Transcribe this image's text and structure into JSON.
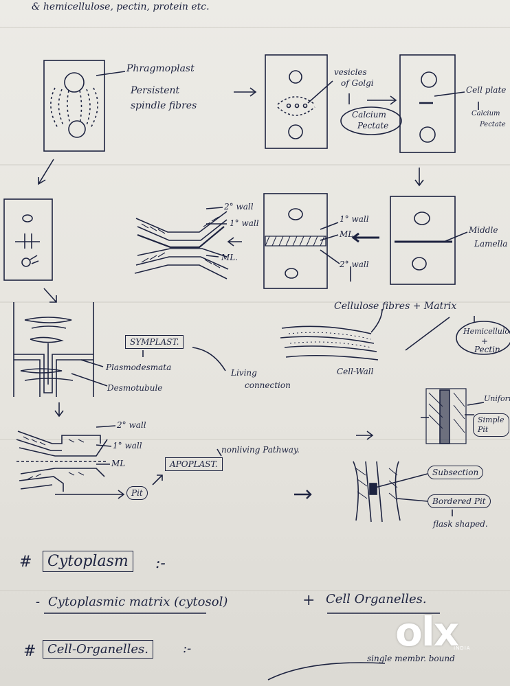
{
  "top_line": "& hemicellulose, pectin, protein etc.",
  "labels": {
    "phragmoplast": "Phragmoplast",
    "persistent": "Persistent",
    "spindle_fibres": "spindle fibres",
    "vesicles": "vesicles",
    "of_golgi": "of Golgi",
    "calcium_pectate_1": "Calcium",
    "calcium_pectate_2": "Pectate",
    "cell_plate": "Cell plate",
    "calcium_p": "Calcium",
    "pectate_p": "Pectate",
    "secondary_wall_1": "2° wall",
    "primary_wall_1": "1° wall",
    "ml_1": "ML.",
    "primary_wall_2": "1° wall",
    "ml_2": "ML",
    "secondary_wall_2": "2° wall",
    "middle": "Middle",
    "lamella": "Lamella",
    "cellulose_matrix": "Cellulose fibres + Matrix",
    "hemicellulose": "Hemicellulose",
    "plus": "+",
    "pectin": "Pectin",
    "symplast": "SYMPLAST.",
    "plasmodesmata": "Plasmodesmata",
    "living": "Living",
    "connection": "connection",
    "desmotubule": "Desmotubule",
    "cell_wall": "Cell-Wall",
    "secondary_wall_3": "2° wall",
    "primary_wall_3": "1° wall",
    "ml_3": "ML",
    "pit": "Pit",
    "apoplast": "APOPLAST.",
    "nonliving": "nonliving Pathway.",
    "uniform": "Uniform",
    "simple_pit": "Simple",
    "pit_v": "Pit",
    "subsection": "Subsection",
    "bordered_pit": "Bordered Pit",
    "flask_shaped": "flask shaped."
  },
  "bottom": {
    "hash1": "#",
    "cytoplasm": "Cytoplasm",
    "colon1": ":-",
    "cyto_line_dash": "-",
    "cyto_line": "Cytoplasmic matrix (cytosol)",
    "plus": "+",
    "cell_organelles_inline": "Cell Organelles.",
    "hash2": "#",
    "cell_organelles": "Cell-Organelles.",
    "colon2": ":-",
    "single_membrane": "single membr. bound"
  },
  "watermark": {
    "brand": "olx",
    "region": "INDIA"
  }
}
